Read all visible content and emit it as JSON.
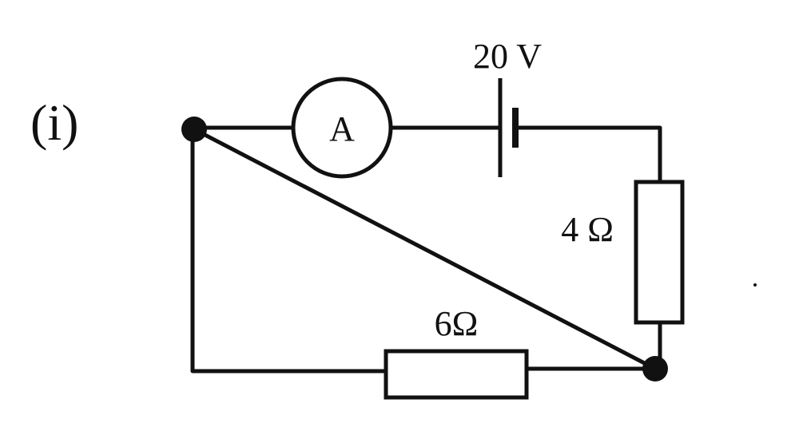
{
  "part_label": "(i)",
  "battery": {
    "label": "20 V"
  },
  "ammeter": {
    "symbol": "A"
  },
  "resistor_right": {
    "label": "4 Ω"
  },
  "resistor_bottom": {
    "label": "6Ω"
  },
  "colors": {
    "ink": "#111111",
    "background": "#ffffff"
  }
}
